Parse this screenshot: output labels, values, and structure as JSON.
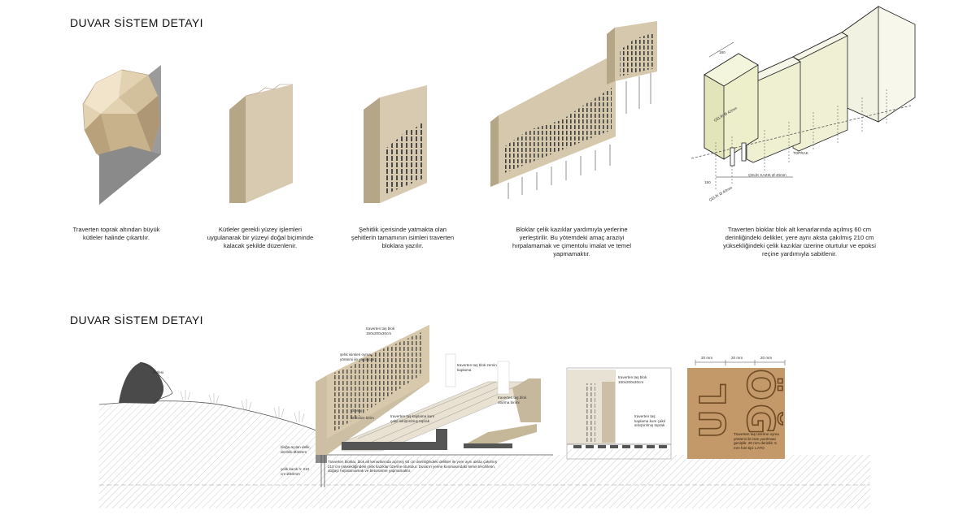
{
  "titles": {
    "top": "DUVAR SİSTEM DETAYI",
    "bottom": "DUVAR SİSTEM DETAYI"
  },
  "captions": [
    "Traverten toprak altından büyük kütleler halinde çıkartılır.",
    "Kütleler gerekli yüzey işlemleri uygulanarak bir yüzeyi doğal biçiminde kalacak şekilde düzenlenir.",
    "Şehitlik içerisinde yatmakta olan şehitlerin tamamının isimleri traverten bloklara yazılır.",
    "Bloklar çelik kazıklar yardımıyla yerlerine yerleştirilir. Bu yötemdeki amaç araziyi hırpalamamak ve çimentolu imalat ve temel yapmamaktır.",
    "Traverten bloklar blok alt kenarlarında açılmış 60 cm derinliğindeki delikler, yere aynı aksta çakılmış 210 cm yüksekliğindeki çelik kazıklar üzerine oturtulur ve epoksi reçine yardımıyla sabitlenir."
  ],
  "axon_labels": {
    "dim_width": "180",
    "celik": "ÇELİK Ø 42mm",
    "toprak": "TOPRAK",
    "celik_kazik": "ÇELİK KAZIK Ø 40mm",
    "celik_lower": "ÇELİK Ø 40mm",
    "dim_depth": "150"
  },
  "section_labels": {
    "kutlesi": "kütlesi",
    "block": "traverten taş blok 150x200x30cm",
    "sehit": "şehit isimleri oyma yöntemi ile yazılacak",
    "kaplama_top": "traverten taş blok zemin kaplama",
    "oturma": "traverten taş blok oturma birimi",
    "kaplama_mid": "traverten taş kaplama kum çakıl sıkıştırılmış toprak",
    "direnaj": "drenaj",
    "stabil": "stabilize birim",
    "bloklar_acilan": "bloğa açılan delik, derinlik Ø40mm",
    "celik_kazik": "çelik kazık h: 210 cm Ø40mm",
    "note": "Traverten bloklar, blok alt kenarlarında açılmış 60 cm derinliğindeki delikler ile yere aynı aksta çakılmış 210 cm yüksekliğindeki çelik kazıklar üzerine oturtulur. Duvarın yerine konmasındaki temel tercihlerin, doğayı hırpalamamak ve betonarme yapmamaktır."
  },
  "detail_labels": {
    "block": "traverten taş blok 150x200x30cm",
    "kaplama": "traverten taş kaplama kum çakıl sıkıştırılmış toprak",
    "dim1": "20 mm",
    "dim2": "20 mm",
    "dim3": "20 mm",
    "letters_top": "ÖĞ",
    "letters_left": "UL",
    "engraving": "Traverten taş üzerine oyma yöntemi ile isim yazılması genişlik: 20 mm derinlik: 5 mm font tipi: LATO"
  },
  "colors": {
    "stone": "#d8cbb2",
    "stone_side": "#b8a98c",
    "stone_top": "#e8dcc4",
    "glass": "#f1f2dc",
    "dark": "#777777",
    "travertine": "#b98d5d"
  }
}
